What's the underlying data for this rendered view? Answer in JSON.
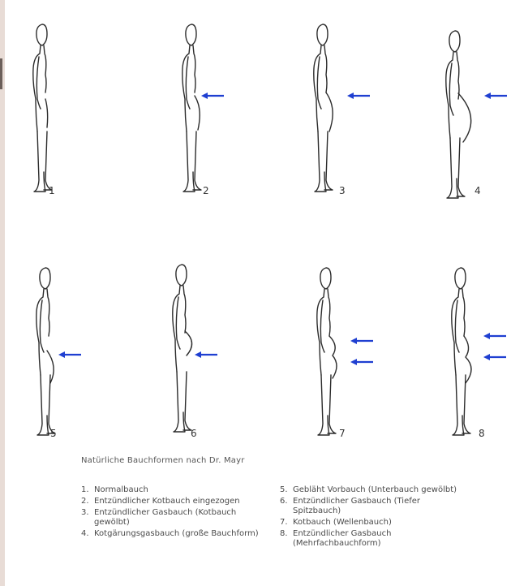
{
  "figures": [
    {
      "label": "1",
      "arrows": 0
    },
    {
      "label": "2",
      "arrows": 1
    },
    {
      "label": "3",
      "arrows": 1
    },
    {
      "label": "4",
      "arrows": 1
    },
    {
      "label": "5",
      "arrows": 1
    },
    {
      "label": "6",
      "arrows": 1
    },
    {
      "label": "7",
      "arrows": 2
    },
    {
      "label": "8",
      "arrows": 2
    }
  ],
  "caption": {
    "title": "Natürliche Bauchformen nach Dr. Mayr",
    "items": [
      {
        "num": "1.",
        "text": "Normalbauch"
      },
      {
        "num": "2.",
        "text": "Entzündlicher Kotbauch eingezogen"
      },
      {
        "num": "3.",
        "text": "Entzündlicher Gasbauch (Kotbauch gewölbt)"
      },
      {
        "num": "4.",
        "text": "Kotgärungsgasbauch (große Bauchform)"
      },
      {
        "num": "5.",
        "text": "Gebläht Vorbauch (Unterbauch gewölbt)"
      },
      {
        "num": "6.",
        "text": "Entzündlicher Gasbauch (Tiefer Spitzbauch)"
      },
      {
        "num": "7.",
        "text": "Kotbauch (Wellenbauch)"
      },
      {
        "num": "8.",
        "text": "Entzündlicher Gasbauch (Mehrfachbauchform)"
      }
    ]
  },
  "colors": {
    "arrow": "#1f3fd1",
    "stroke": "#2b2b2b"
  }
}
